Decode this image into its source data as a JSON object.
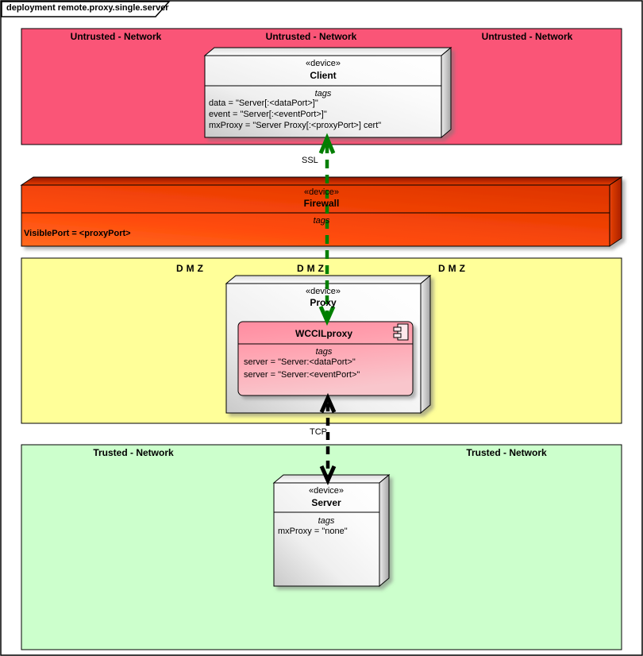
{
  "frame": {
    "title": "deployment remote.proxy.single.server"
  },
  "zones": {
    "untrusted": {
      "color": "#FA5577",
      "labels": [
        "Untrusted - Network",
        "Untrusted - Network",
        "Untrusted - Network"
      ]
    },
    "dmz": {
      "color": "#FFFF99",
      "labels": [
        "DMZ",
        "DMZ",
        "DMZ"
      ]
    },
    "trusted": {
      "color": "#CCFFCC",
      "labels": [
        "Trusted - Network",
        "Trusted - Network"
      ]
    }
  },
  "nodes": {
    "client": {
      "stereotype": "«device»",
      "name": "Client",
      "tags_label": "tags",
      "tags": [
        "data = \"Server[:<dataPort>]\"",
        "event = \"Server[:<eventPort>]\"",
        "mxProxy = \"Server Proxy[:<proxyPort>] cert\""
      ]
    },
    "firewall": {
      "stereotype": "«device»",
      "name": "Firewall",
      "tags_label": "tags",
      "tags": [
        "VisiblePort = <proxyPort>"
      ],
      "color": "#FF4505"
    },
    "proxy": {
      "stereotype": "«device»",
      "name": "Proxy"
    },
    "wccilproxy": {
      "name": "WCCILproxy",
      "tags_label": "tags",
      "tags": [
        "server = \"Server:<dataPort>\"",
        "server = \"Server:<eventPort>\""
      ],
      "color": "#FF9DAB"
    },
    "server": {
      "stereotype": "«device»",
      "name": "Server",
      "tags_label": "tags",
      "tags": [
        "mxProxy = \"none\""
      ]
    }
  },
  "connections": {
    "ssl": {
      "label": "SSL",
      "color": "#007F00"
    },
    "tcp": {
      "label": "TCP",
      "color": "#000000"
    }
  }
}
